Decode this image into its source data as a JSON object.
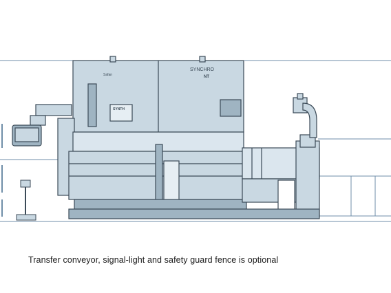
{
  "drawing": {
    "brand_label": "Safan",
    "model_label": "SYNCHRO",
    "model_sub_label": "NT",
    "panel_label": "SYNTH",
    "colors": {
      "machine_fill": "#c9d8e2",
      "machine_dark": "#9fb4c2",
      "outline": "#3b4a57",
      "guide_line": "#6f8ea8"
    }
  },
  "caption": "Transfer conveyor, signal-light and safety guard fence is optional"
}
